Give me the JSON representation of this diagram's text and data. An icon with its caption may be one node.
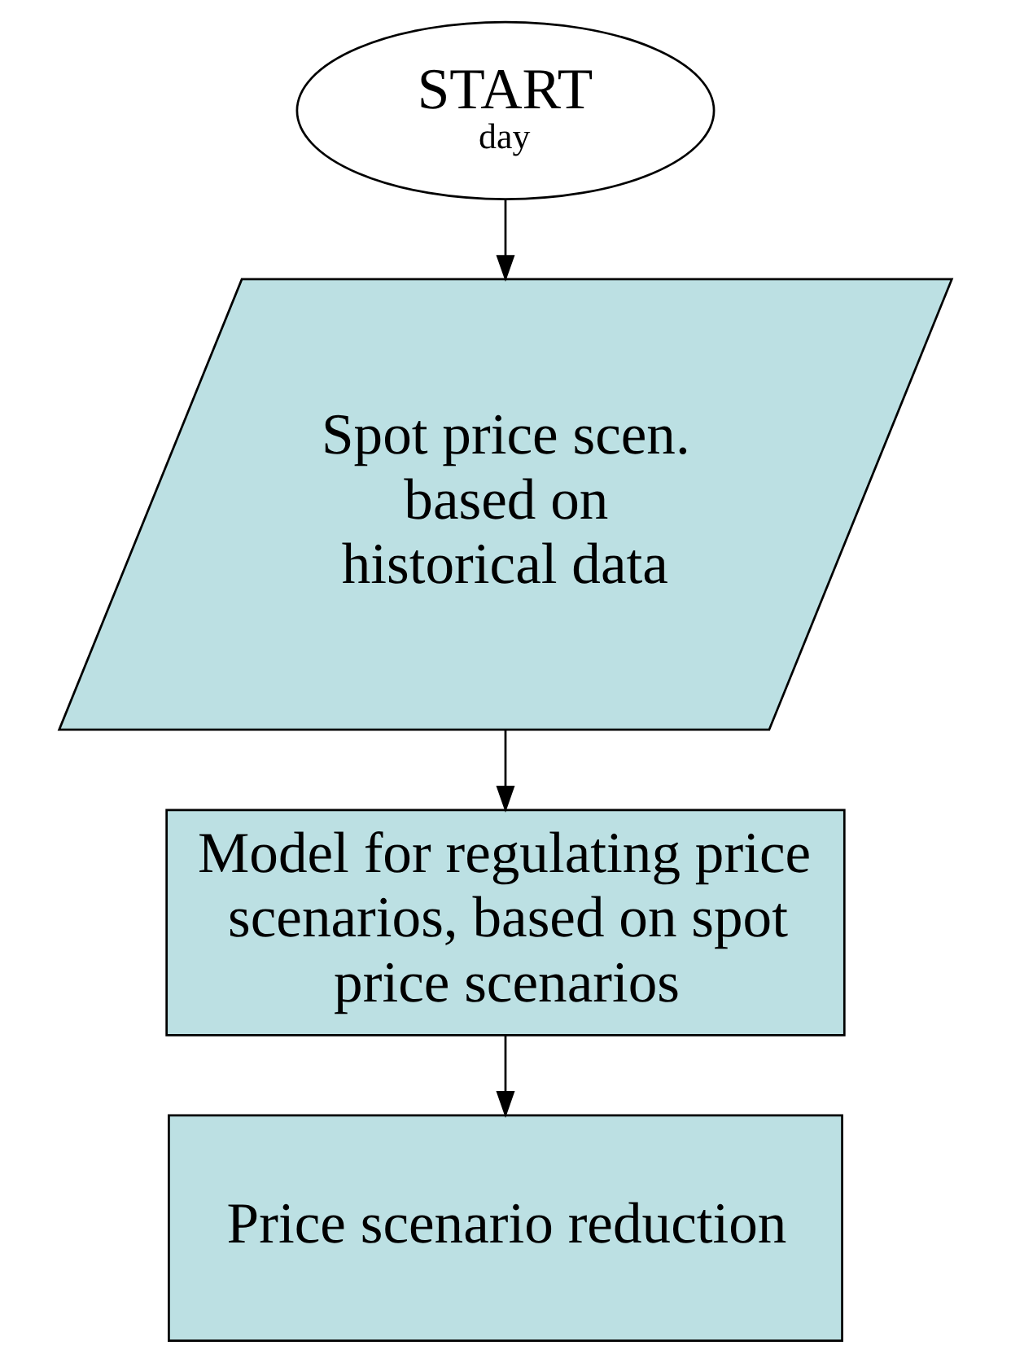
{
  "diagram": {
    "nodes": [
      {
        "text": [
          "START",
          "day"
        ]
      },
      {
        "text": [
          "Spot price scen. based on historical data"
        ]
      },
      {
        "text": [
          "Model for regulating price scenarios, based on spot price scenarios"
        ]
      },
      {
        "text": [
          "Price scenario reduction"
        ]
      }
    ],
    "edges": [
      {
        "from": 0,
        "to": 1,
        "arrow": "to"
      },
      {
        "from": 1,
        "to": 2,
        "arrow": "to"
      },
      {
        "from": 2,
        "to": 3,
        "arrow": "to"
      }
    ]
  }
}
